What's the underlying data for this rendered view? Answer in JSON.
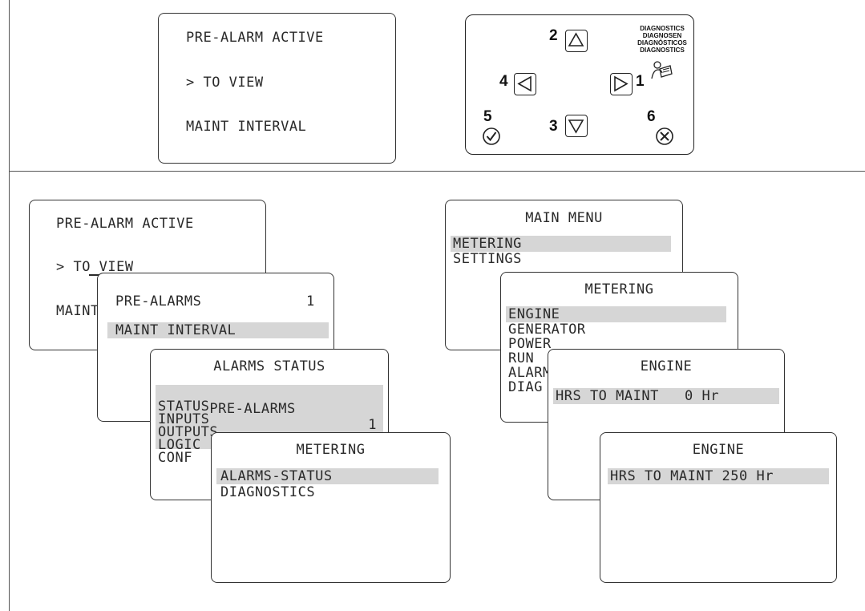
{
  "top_screen": {
    "lines": [
      "PRE-ALARM ACTIVE",
      "> TO VIEW",
      "MAINT INTERVAL"
    ]
  },
  "keypad": {
    "labels": [
      "DIAGNOSTICS",
      "DIAGNOSEN",
      "DIAGNÓSTICOS",
      "DIAGNOSTICS"
    ],
    "key_numbers": {
      "up": "2",
      "left": "4",
      "right": "1",
      "down": "3",
      "ok": "5",
      "cancel": "6"
    },
    "icons": {
      "up": "up-arrow-icon",
      "left": "left-arrow-icon",
      "right": "right-arrow-icon",
      "down": "down-arrow-icon",
      "ok": "check-circle-icon",
      "cancel": "x-circle-icon",
      "diagnostics": "diagnostics-book-icon"
    }
  },
  "left_stack": {
    "pre_alarm": {
      "title": "PRE-ALARM ACTIVE",
      "line2": "> TO VIEW",
      "line3": "MAINT INTERVAL"
    },
    "pre_alarms": {
      "title": "PRE-ALARMS",
      "count": "1",
      "item": "MAINT INTERVAL"
    },
    "alarms_status": {
      "title": "ALARMS STATUS",
      "first": "PRE-ALARMS",
      "first_count": "1",
      "items": [
        "STATUS",
        "INPUTS",
        "OUTPUTS",
        "LOGIC",
        "CONF"
      ]
    },
    "metering": {
      "title": "METERING",
      "items": [
        "ALARMS-STATUS",
        "DIAGNOSTICS"
      ]
    }
  },
  "right_stack": {
    "main_menu": {
      "title": "MAIN MENU",
      "items": [
        "METERING",
        "SETTINGS"
      ]
    },
    "metering": {
      "title": "METERING",
      "items": [
        "ENGINE",
        "GENERATOR",
        "POWER",
        "RUN",
        "ALARMS",
        "DIAG"
      ]
    },
    "engine_1": {
      "title": "ENGINE",
      "line": "HRS TO MAINT   0 Hr"
    },
    "engine_2": {
      "title": "ENGINE",
      "line": "HRS TO MAINT 250 Hr"
    }
  },
  "colors": {
    "highlight": "#d6d6d6",
    "border": "#333333"
  }
}
